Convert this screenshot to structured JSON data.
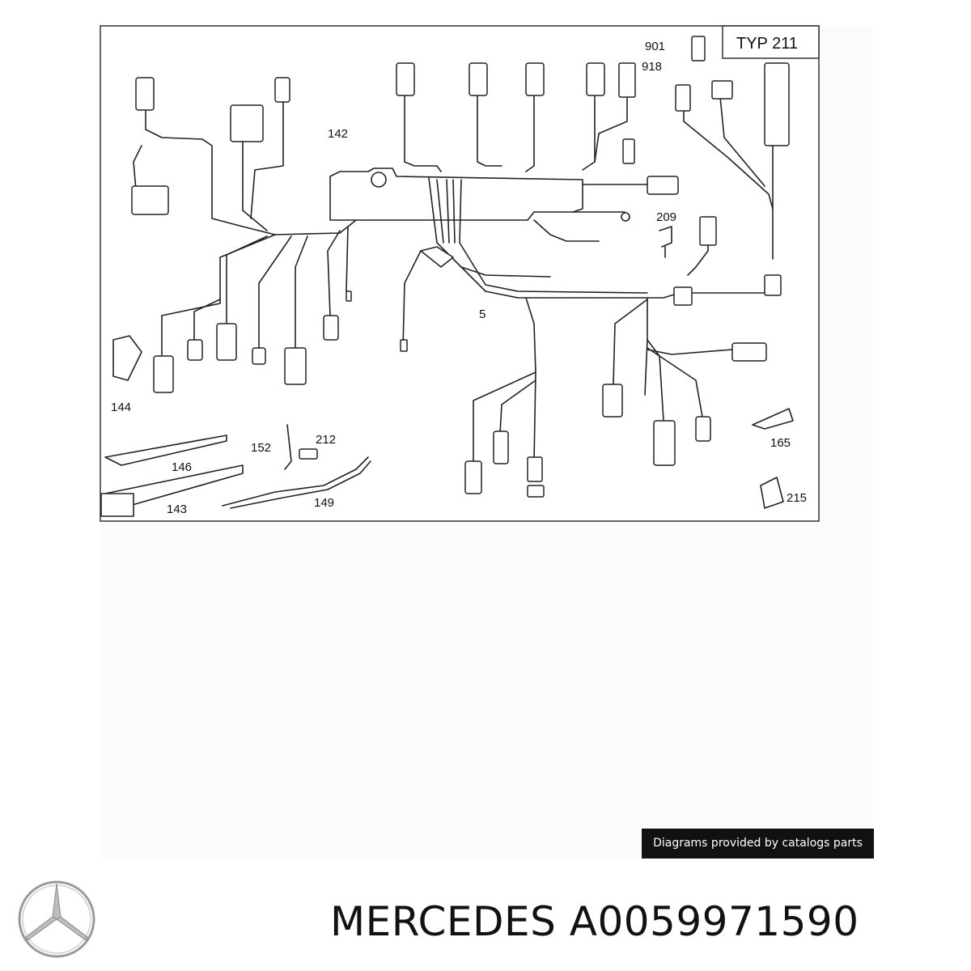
{
  "diagram": {
    "frame_label": "TYP 211",
    "part_labels": {
      "p142": "142",
      "p901": "901",
      "p918": "918",
      "p209": "209",
      "p5": "5",
      "p144": "144",
      "p146": "146",
      "p143": "143",
      "p152": "152",
      "p212": "212",
      "p149": "149",
      "p165": "165",
      "p215": "215"
    }
  },
  "credit": "Diagrams provided by catalogs parts",
  "product": {
    "brand": "MERCEDES",
    "part_number": "A0059971590",
    "logo_icon": "mercedes-star-logo"
  },
  "colors": {
    "line": "#222222",
    "panel": "#fafafa",
    "badge_bg": "#111111"
  }
}
